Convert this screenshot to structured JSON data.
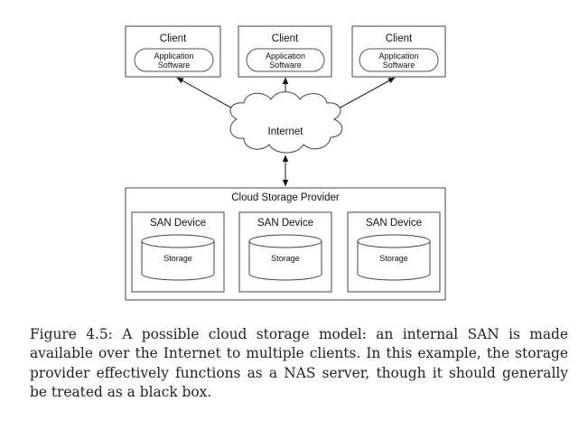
{
  "clients": [
    {
      "title": "Client",
      "app_line1": "Application",
      "app_line2": "Software"
    },
    {
      "title": "Client",
      "app_line1": "Application",
      "app_line2": "Software"
    },
    {
      "title": "Client",
      "app_line1": "Application",
      "app_line2": "Software"
    }
  ],
  "internet": {
    "label": "Internet"
  },
  "provider": {
    "title": "Cloud Storage Provider",
    "devices": [
      {
        "title": "SAN Device",
        "storage": "Storage"
      },
      {
        "title": "SAN Device",
        "storage": "Storage"
      },
      {
        "title": "SAN Device",
        "storage": "Storage"
      }
    ]
  },
  "caption": {
    "text": "Figure 4.5: A possible cloud storage model: an internal SAN is made available over the Internet to multiple clients. In this example, the storage provider effectively functions as a NAS server, though it should generally be treated as a black box."
  }
}
